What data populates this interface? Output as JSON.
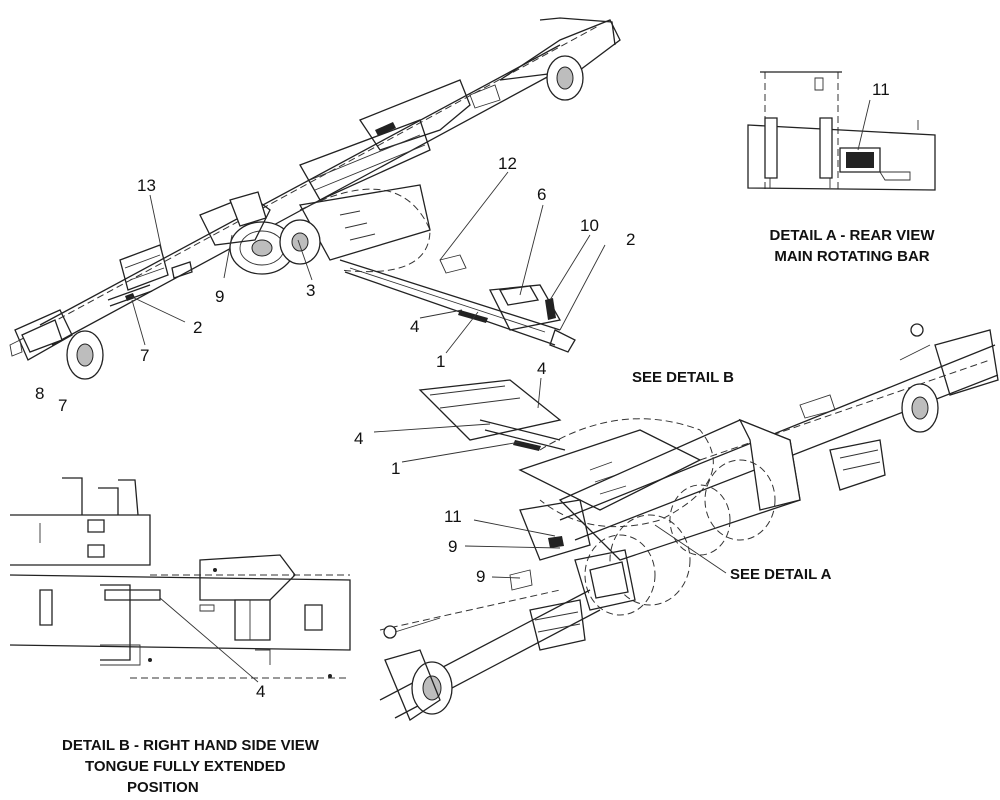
{
  "captions": {
    "detail_a_line1": "DETAIL A - REAR VIEW",
    "detail_a_line2": "MAIN ROTATING BAR",
    "detail_b_line1": "DETAIL B - RIGHT HAND SIDE VIEW",
    "detail_b_line2": "TONGUE FULLY EXTENDED",
    "detail_b_line3": "POSITION"
  },
  "notes": {
    "see_detail_b": "SEE DETAIL B",
    "see_detail_a": "SEE DETAIL A"
  },
  "callouts": {
    "upper": {
      "c13": "13",
      "c12": "12",
      "c6": "6",
      "c10": "10",
      "c2_right": "2",
      "c9": "9",
      "c3": "3",
      "c2_left": "2",
      "c7_a": "7",
      "c7_b": "7",
      "c8": "8",
      "c4": "4",
      "c1": "1"
    },
    "detail_a": {
      "c11": "11"
    },
    "lower": {
      "c4_top": "4",
      "c4": "4",
      "c1": "1",
      "c11": "11",
      "c9_a": "9",
      "c9_b": "9"
    },
    "detail_b": {
      "c4": "4"
    }
  }
}
